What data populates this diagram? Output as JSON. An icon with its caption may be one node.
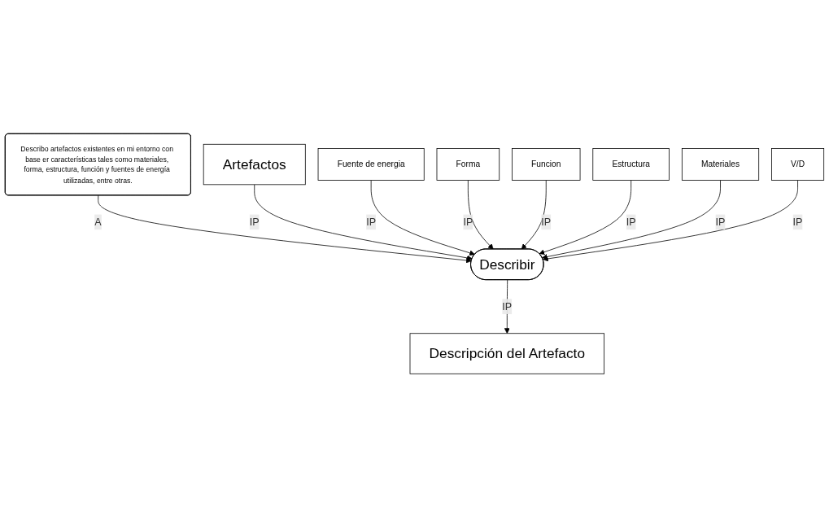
{
  "diagram": {
    "nodes": [
      {
        "text": [
          "Describo artefactos existentes en mi entorno con base er características tales como materiales, forma, estructura, función y fuentes de energía utilizadas, entre otras."
        ]
      },
      {
        "text": [
          "Artefactos"
        ]
      },
      {
        "text": [
          "Describir"
        ]
      },
      {
        "text": [
          "Fuente de energia"
        ]
      },
      {
        "text": [
          "Forma"
        ]
      },
      {
        "text": [
          "Funcion"
        ]
      },
      {
        "text": [
          "Estructura"
        ]
      },
      {
        "text": [
          "Materiales"
        ]
      },
      {
        "text": [
          "V/D"
        ]
      },
      {
        "text": [
          "Descripción del Artefacto"
        ]
      }
    ],
    "edges": [
      {
        "from": 0,
        "to": 2,
        "arrow": "to",
        "label": "A"
      },
      {
        "from": 1,
        "to": 2,
        "arrow": "to",
        "label": "IP"
      },
      {
        "from": 3,
        "to": 2,
        "arrow": "to",
        "label": "IP"
      },
      {
        "from": 4,
        "to": 2,
        "arrow": "to",
        "label": "IP"
      },
      {
        "from": 5,
        "to": 2,
        "arrow": "to",
        "label": "IP"
      },
      {
        "from": 6,
        "to": 2,
        "arrow": "to",
        "label": "IP"
      },
      {
        "from": 7,
        "to": 2,
        "arrow": "to",
        "label": "IP"
      },
      {
        "from": 8,
        "to": 2,
        "arrow": "to",
        "label": "IP"
      },
      {
        "from": 2,
        "to": 9,
        "arrow": "to",
        "label": "IP"
      }
    ]
  }
}
